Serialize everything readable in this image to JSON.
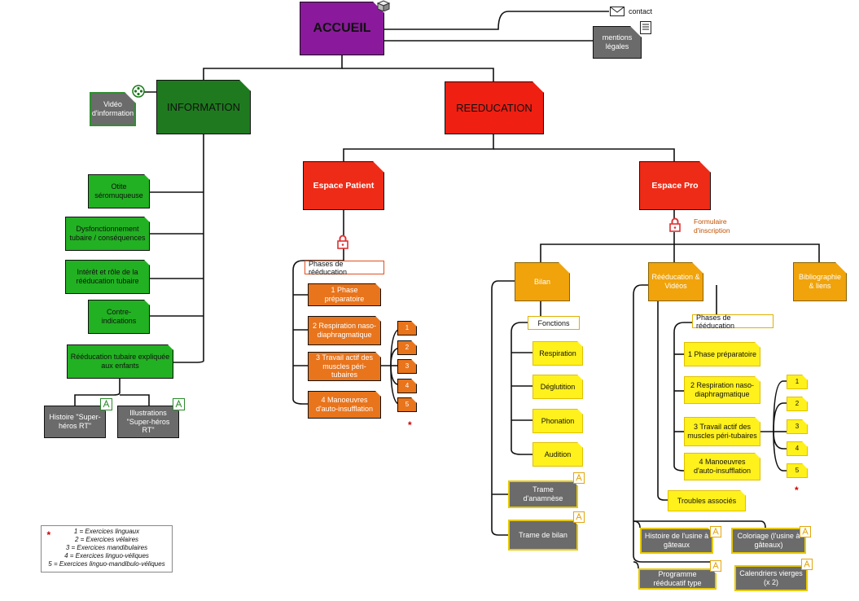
{
  "root": {
    "label": "ACCUEIL"
  },
  "header_links": {
    "contact": "contact",
    "mentions": "mentions légales"
  },
  "information": {
    "label": "INFORMATION",
    "video": "Vidéo d'information",
    "items": [
      "Otite séromuqueuse",
      "Dysfonctionnement tubaire / conséquences",
      "Intérêt et rôle de la rééducation tubaire",
      "Contre-indications",
      "Rééducation tubaire expliquée aux enfants"
    ],
    "kids": [
      "Histoire \"Super-héros RT\"",
      "Illustrations \"Super-héros RT\""
    ]
  },
  "reeducation": {
    "label": "REEDUCATION"
  },
  "espace_patient": {
    "label": "Espace Patient",
    "phases_label": "Phases de rééducation",
    "phases": [
      "1 Phase préparatoire",
      "2 Respiration naso-diaphragmatique",
      "3 Travail actif des muscles péri-tubaires",
      "4 Manoeuvres d'auto-insufflation"
    ],
    "exercises": [
      "1",
      "2",
      "3",
      "4",
      "5"
    ],
    "star": "*"
  },
  "espace_pro": {
    "label": "Espace Pro",
    "formulaire": "Formulaire d'inscription",
    "bilan": {
      "label": "Bilan",
      "fonctions_label": "Fonctions",
      "fonctions": [
        "Respiration",
        "Déglutition",
        "Phonation",
        "Audition"
      ],
      "trame_anamnese": "Trame d'anamnèse",
      "trame_bilan": "Trame de bilan"
    },
    "reeduc_videos": {
      "label": "Rééducation & Vidéos",
      "phases_label": "Phases de rééducation",
      "phases": [
        "1 Phase préparatoire",
        "2 Respiration naso-diaphragmatique",
        "3 Travail actif des muscles péri-tubaires",
        "4 Manoeuvres d'auto-insufflation"
      ],
      "exercises": [
        "1",
        "2",
        "3",
        "4",
        "5"
      ],
      "star": "*",
      "troubles": "Troubles associés",
      "resources": [
        "Histoire de l'usine à gâteaux",
        "Coloriage (l'usine à gâteaux)",
        "Programme rééducatif type",
        "Calendriers vierges (x 2)"
      ]
    },
    "biblio": "Bibliographie & liens"
  },
  "legend": {
    "star": "*",
    "lines": [
      "1 = Exercices linguaux",
      "2 = Exercices vélaires",
      "3 = Exercices mandibulaires",
      "4 = Exercices linguo-véliques",
      "5 = Exercices linguo-mandibulo-véliques"
    ]
  }
}
